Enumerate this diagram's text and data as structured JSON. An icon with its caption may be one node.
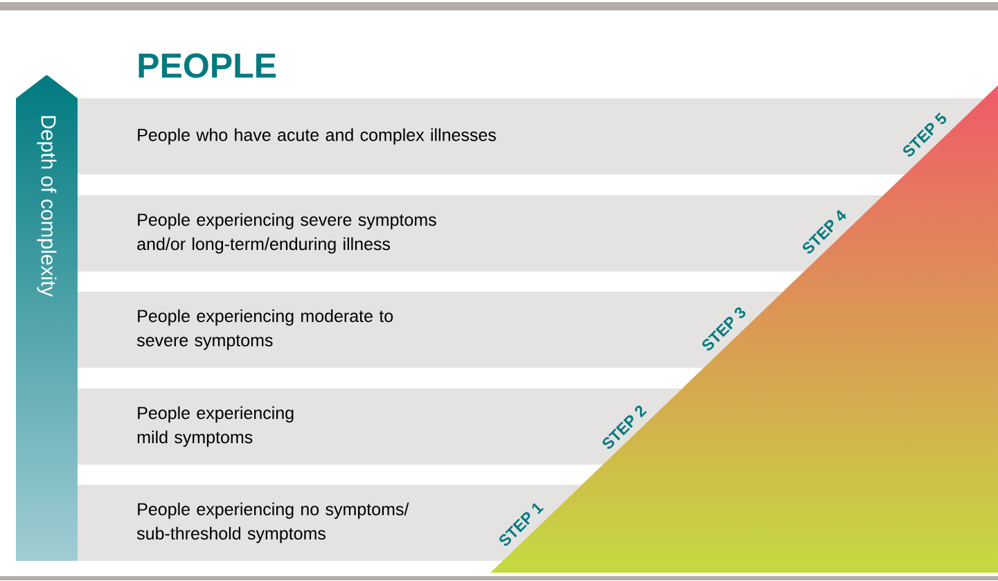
{
  "diagram": {
    "title": "PEOPLE",
    "nodes": [
      {
        "text": [
          "Depth of complexity"
        ]
      },
      {
        "text": [
          "People who have acute and complex illnesses"
        ]
      },
      {
        "text": [
          "People experiencing severe symptoms and/or long-term/enduring illness"
        ]
      },
      {
        "text": [
          "People experiencing moderate to severe symptoms"
        ]
      },
      {
        "text": [
          "People experiencing mild symptoms"
        ]
      },
      {
        "text": [
          "People experiencing no symptoms/ sub-threshold symptoms"
        ]
      }
    ],
    "labels": [
      "STEP 1",
      "STEP 2",
      "STEP 3",
      "STEP 4",
      "STEP 5"
    ]
  }
}
